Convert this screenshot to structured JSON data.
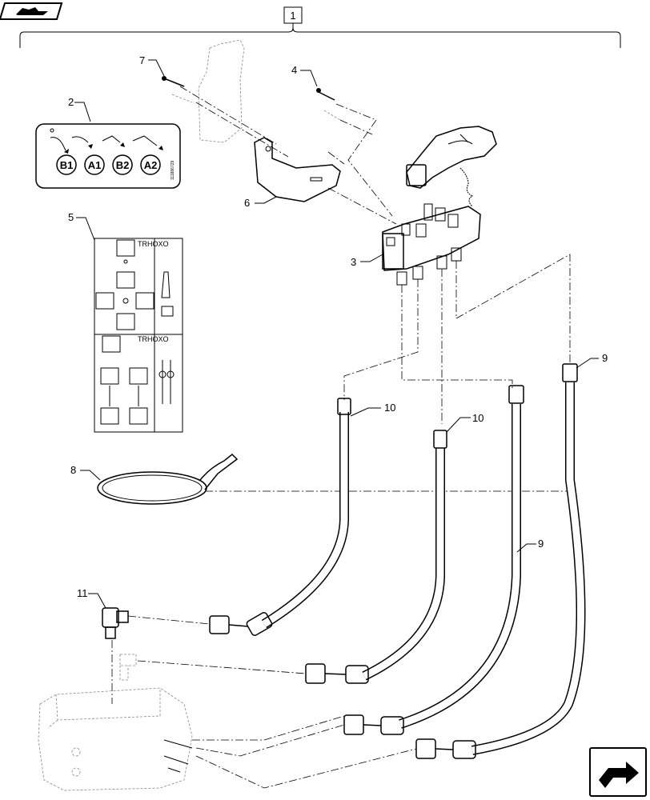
{
  "assembly_callout": "1",
  "callouts": {
    "c2": "2",
    "c3": "3",
    "c4": "4",
    "c5": "5",
    "c6": "6",
    "c7": "7",
    "c8": "8",
    "c9a": "9",
    "c9b": "9",
    "c10a": "10",
    "c10b": "10",
    "c11": "11"
  },
  "decal_buttons": [
    "B1",
    "A1",
    "B2",
    "A2"
  ],
  "decal_code": "111886729",
  "label_header_top": "TRHOXO",
  "label_header_bottom": "TRHOXO",
  "icons": {
    "top_left": "book-arrow-icon",
    "bottom_right": "next-page-arrow-icon"
  }
}
